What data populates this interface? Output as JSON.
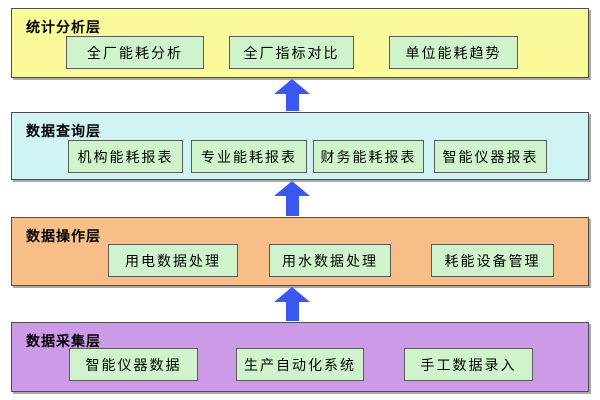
{
  "diagram": {
    "description_colors": {
      "layer_statistics_bg": "#fafa9b",
      "layer_query_bg": "#d0f4f4",
      "layer_operation_bg": "#f7be88",
      "layer_collection_bg": "#cd9ae8",
      "node_bg": "#cff3cb",
      "arrow_blue": "#3a57f0"
    },
    "layers": [
      {
        "title": "统计分析层",
        "boxes": [
          "全厂能耗分析",
          "全厂指标对比",
          "单位能耗趋势"
        ]
      },
      {
        "title": "数据查询层",
        "boxes": [
          "机构能耗报表",
          "专业能耗报表",
          "财务能耗报表",
          "智能仪器报表"
        ]
      },
      {
        "title": "数据操作层",
        "boxes": [
          "用电数据处理",
          "用水数据处理",
          "耗能设备管理"
        ]
      },
      {
        "title": "数据采集层",
        "boxes": [
          "智能仪器数据",
          "生产自动化系统",
          "手工数据录入"
        ]
      }
    ]
  }
}
